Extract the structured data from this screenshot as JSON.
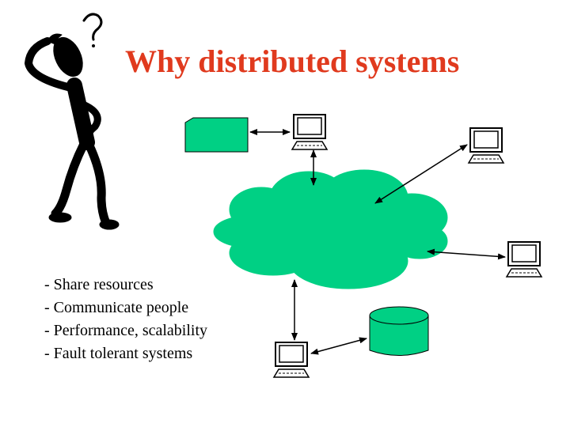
{
  "title": "Why distributed systems",
  "bullets": [
    "- Share resources",
    "- Communicate people",
    "- Performance, scalability",
    "- Fault tolerant systems"
  ],
  "icons": {
    "thinker": "thinking-stick-figure-icon",
    "question": "question-mark-icon",
    "computer": "computer-icon",
    "printer": "printer-icon",
    "database": "database-cylinder-icon",
    "network": "network-cloud-icon"
  },
  "colors": {
    "title": "#e03a1e",
    "network_fill": "#00d084",
    "device_fill": "#00d084",
    "figure": "#000000",
    "text": "#000000"
  }
}
